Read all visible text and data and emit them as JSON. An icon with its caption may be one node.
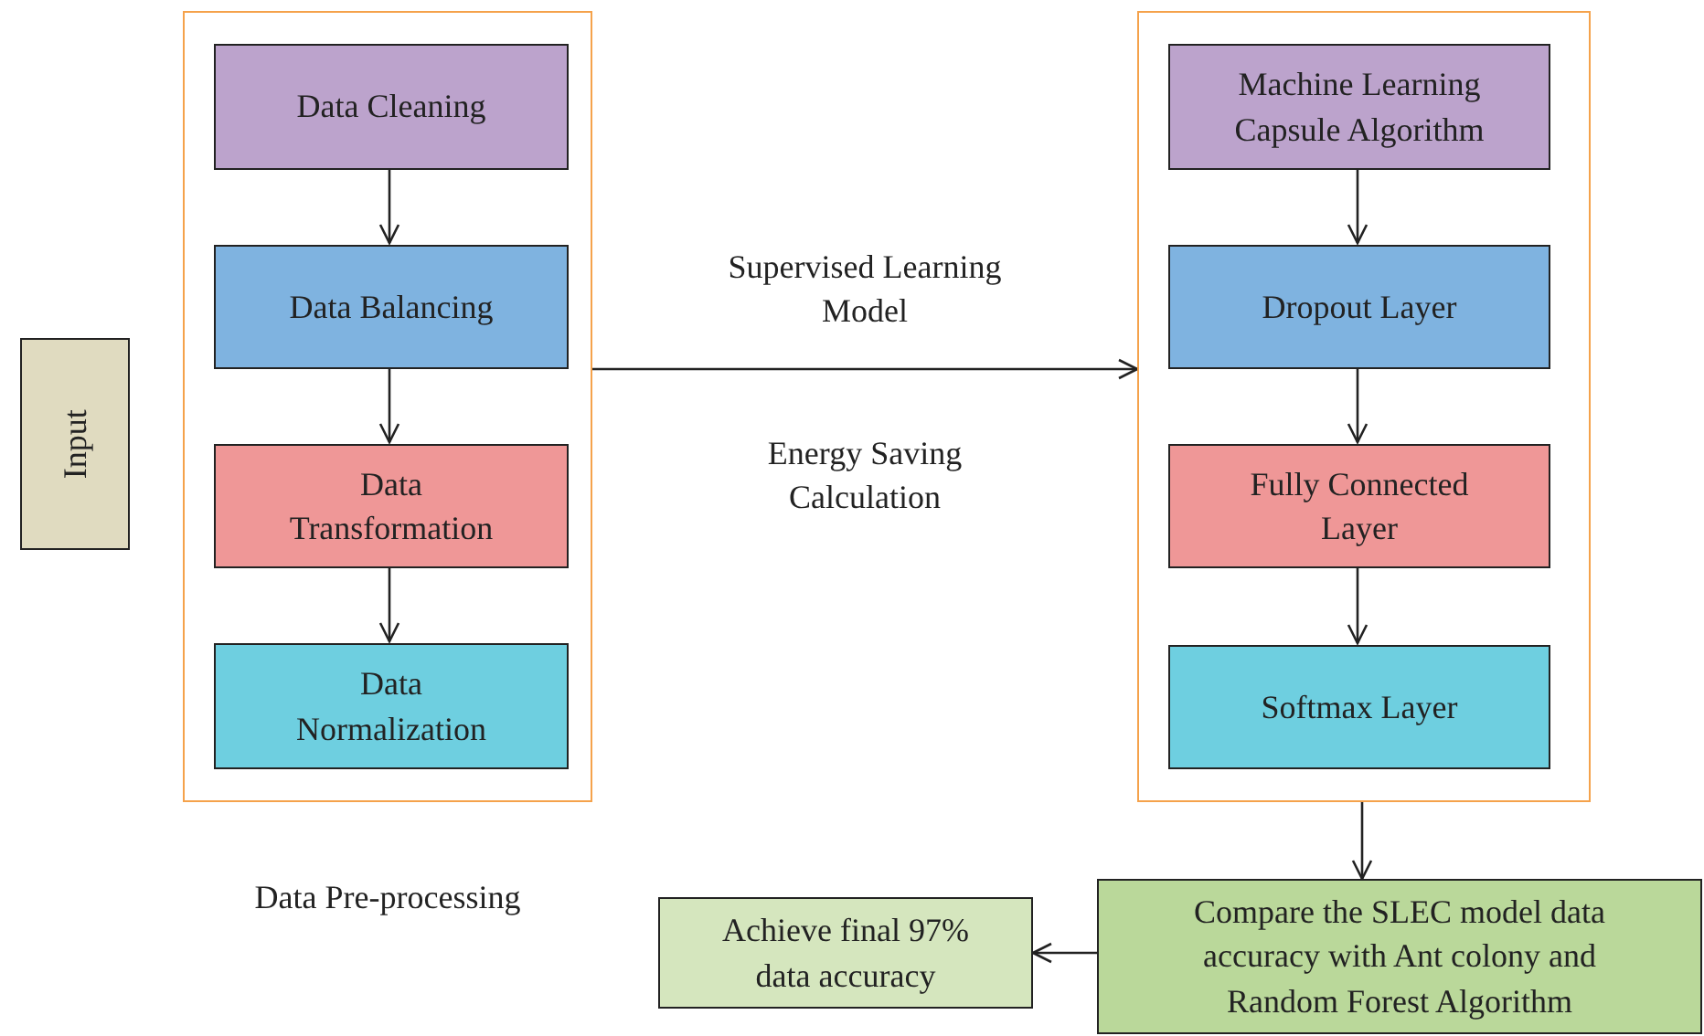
{
  "diagram": {
    "nodes": [
      {
        "text": [
          "Input"
        ]
      },
      {
        "text": [],
        "shape": "box",
        "beside": [
          "Data Pre-processing"
        ]
      },
      {
        "text": [
          "Data Cleaning"
        ],
        "in": 1
      },
      {
        "text": [
          "Data Balancing"
        ],
        "in": 1
      },
      {
        "text": [
          "Data Transformation"
        ],
        "in": 1
      },
      {
        "text": [
          "Data Normalization"
        ],
        "in": 1
      },
      {
        "text": [],
        "shape": "box"
      },
      {
        "text": [
          "Machine Learning Capsule Algorithm"
        ],
        "in": 6
      },
      {
        "text": [
          "Dropout Layer"
        ],
        "in": 6
      },
      {
        "text": [
          "Fully Connected Layer"
        ],
        "in": 6
      },
      {
        "text": [
          "Softmax Layer"
        ],
        "in": 6
      },
      {
        "text": [
          "Achieve final 97% data accuracy"
        ]
      },
      {
        "text": [
          "Compare the SLEC model data accuracy with Ant colony and Random Forest Algorithm"
        ]
      }
    ],
    "edges": [
      {
        "from": 2,
        "to": 3,
        "arrow": "to"
      },
      {
        "from": 3,
        "to": 4,
        "arrow": "to"
      },
      {
        "from": 4,
        "to": 5,
        "arrow": "to"
      },
      {
        "from": 1,
        "to": 6,
        "arrow": "to",
        "label": "Supervised Learning Model"
      },
      {
        "from": 7,
        "to": 8,
        "arrow": "to"
      },
      {
        "from": 8,
        "to": 9,
        "arrow": "to"
      },
      {
        "from": 9,
        "to": 10,
        "arrow": "to"
      },
      {
        "from": 6,
        "to": 12,
        "arrow": "to"
      },
      {
        "from": 12,
        "to": 11,
        "arrow": "to"
      }
    ],
    "labels": [
      "Energy Saving Calculation"
    ]
  }
}
